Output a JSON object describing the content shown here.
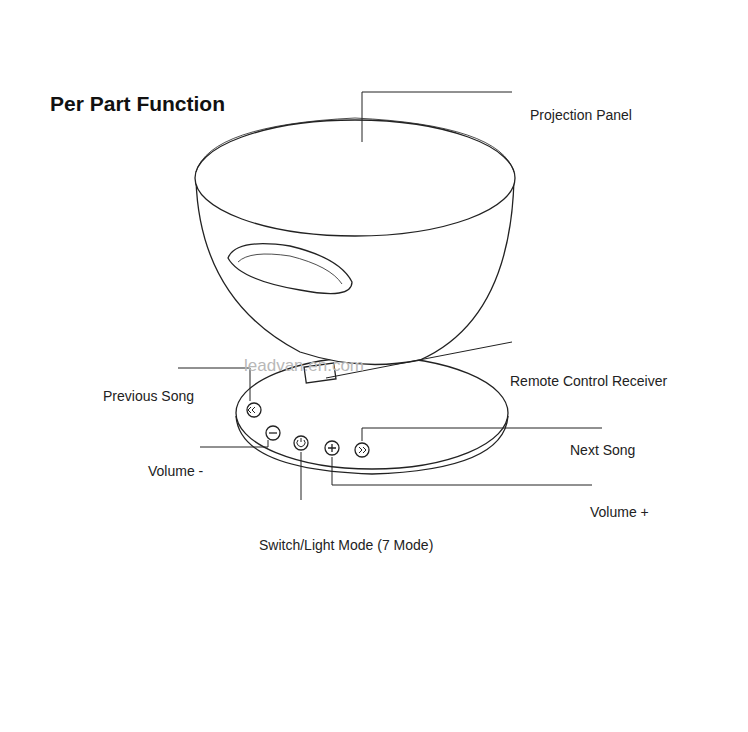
{
  "diagram": {
    "title": "Per Part Function",
    "labels": [
      "Projection Panel",
      "leadvan.en.com",
      "Remote Control Receiver",
      "Previous Song",
      "Next Song",
      "Volume -",
      "Volume +",
      "Switch/Light Mode (7 Mode)"
    ]
  }
}
